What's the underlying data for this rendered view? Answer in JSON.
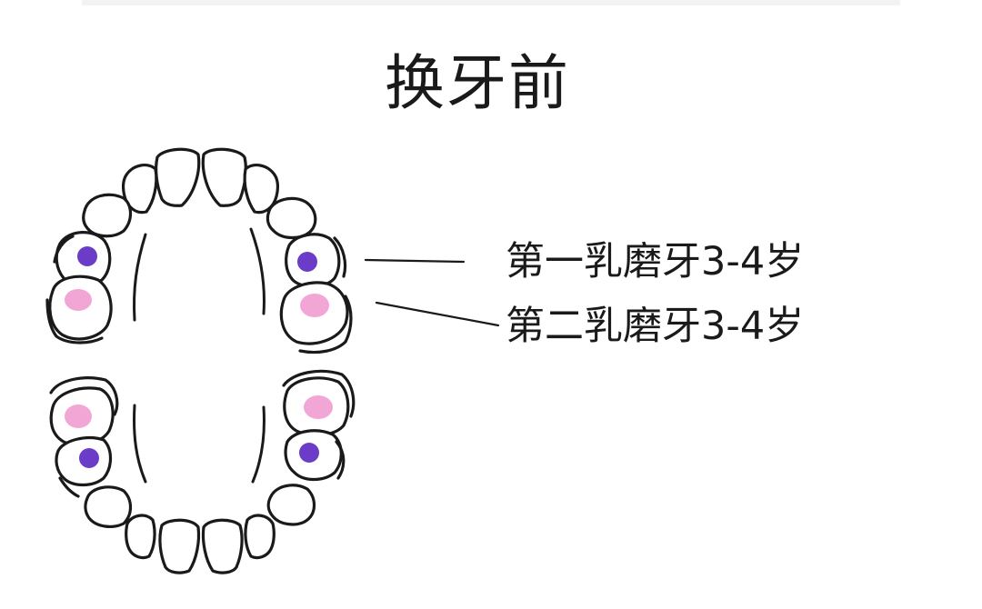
{
  "title": "换牙前",
  "labels": [
    {
      "text": "第一乳磨牙3-4岁"
    },
    {
      "text": "第二乳磨牙3-4岁"
    }
  ],
  "colors": {
    "outline": "#1a1a1a",
    "primary_molar_bud": "#6a3cc8",
    "secondary_molar_bud": "#f2a6d6"
  }
}
